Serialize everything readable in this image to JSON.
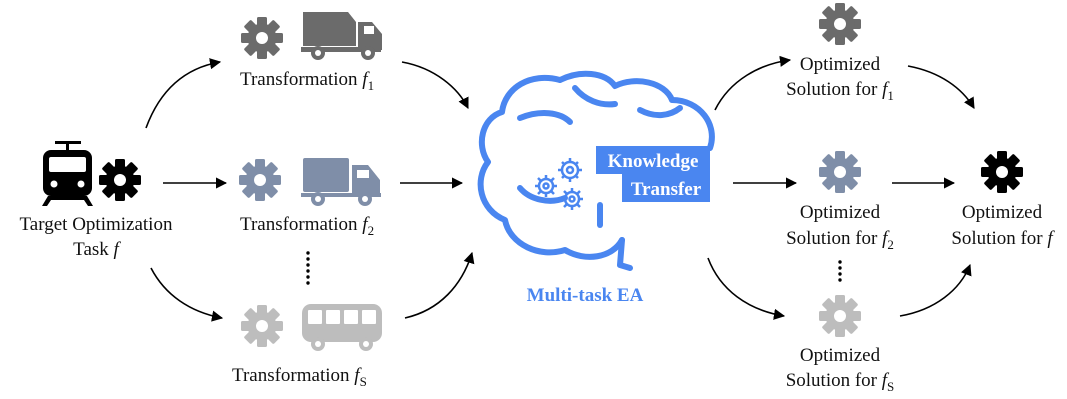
{
  "target": {
    "label_line1": "Target Optimization",
    "label_line2_prefix": "Task ",
    "label_line2_var": "f"
  },
  "transformations": [
    {
      "prefix": "Transformation ",
      "var": "f",
      "sub": "1",
      "color": "#6b6b6b",
      "vehicle_icon": "dump-truck-icon",
      "gear_icon": "gear-icon"
    },
    {
      "prefix": "Transformation ",
      "var": "f",
      "sub": "2",
      "color": "#7f8ea8",
      "vehicle_icon": "box-truck-icon",
      "gear_icon": "gear-icon"
    },
    {
      "prefix": "Transformation ",
      "var": "f",
      "sub": "S",
      "color": "#bdbdbd",
      "vehicle_icon": "bus-icon",
      "gear_icon": "gear-icon"
    }
  ],
  "brain": {
    "knowledge_line1": "Knowledge",
    "knowledge_line2": "Transfer",
    "caption": "Multi-task EA",
    "color": "#4a86f0"
  },
  "solutions": [
    {
      "line1": "Optimized",
      "line2_prefix": "Solution for ",
      "var": "f",
      "sub": "1",
      "color": "#6b6b6b"
    },
    {
      "line1": "Optimized",
      "line2_prefix": "Solution for ",
      "var": "f",
      "sub": "2",
      "color": "#7f8ea8"
    },
    {
      "line1": "Optimized",
      "line2_prefix": "Solution for ",
      "var": "f",
      "sub": "S",
      "color": "#bdbdbd"
    }
  ],
  "final": {
    "line1": "Optimized",
    "line2_prefix": "Solution for ",
    "var": "f",
    "color": "#000000"
  },
  "target_icon": "train-icon"
}
